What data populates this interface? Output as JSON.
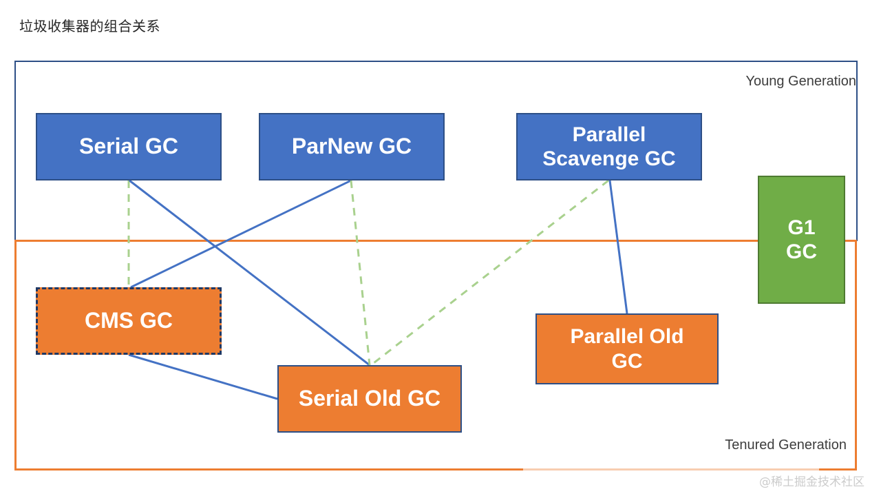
{
  "title": "垃圾收集器的组合关系",
  "watermark": "@稀土掘金技术社区",
  "regions": [
    {
      "id": "young",
      "label": "Young Generation",
      "color": "#2d4f86",
      "style": "solid"
    },
    {
      "id": "tenured",
      "label": "Tenured Generation",
      "color": "#ed7d31",
      "style": "solid"
    }
  ],
  "collectors": [
    {
      "id": "serial-gc",
      "label": "Serial GC",
      "generation": "young",
      "fill": "#4472c4",
      "border": "#2d4f86",
      "border_style": "solid"
    },
    {
      "id": "parnew-gc",
      "label": "ParNew GC",
      "generation": "young",
      "fill": "#4472c4",
      "border": "#2d4f86",
      "border_style": "solid"
    },
    {
      "id": "parallel-scavenge-gc",
      "label": "Parallel Scavenge GC",
      "generation": "young",
      "fill": "#4472c4",
      "border": "#2d4f86",
      "border_style": "solid"
    },
    {
      "id": "g1-gc",
      "label": "G1 GC",
      "generation": "both",
      "fill": "#70ad47",
      "border": "#4e7a31",
      "border_style": "solid"
    },
    {
      "id": "cms-gc",
      "label": "CMS GC",
      "generation": "tenured",
      "fill": "#ed7d31",
      "border": "#1f3864",
      "border_style": "dashed"
    },
    {
      "id": "serial-old-gc",
      "label": "Serial Old GC",
      "generation": "tenured",
      "fill": "#ed7d31",
      "border": "#2d4f86",
      "border_style": "solid"
    },
    {
      "id": "parallel-old-gc",
      "label": "Parallel Old GC",
      "generation": "tenured",
      "fill": "#ed7d31",
      "border": "#2d4f86",
      "border_style": "solid"
    }
  ],
  "connections": [
    {
      "from": "serial-gc",
      "to": "cms-gc",
      "style": "dashed",
      "color": "#a9d18e"
    },
    {
      "from": "serial-gc",
      "to": "serial-old-gc",
      "style": "solid",
      "color": "#4472c4"
    },
    {
      "from": "parnew-gc",
      "to": "cms-gc",
      "style": "solid",
      "color": "#4472c4"
    },
    {
      "from": "parnew-gc",
      "to": "serial-old-gc",
      "style": "dashed",
      "color": "#a9d18e"
    },
    {
      "from": "parallel-scavenge-gc",
      "to": "serial-old-gc",
      "style": "dashed",
      "color": "#a9d18e"
    },
    {
      "from": "parallel-scavenge-gc",
      "to": "parallel-old-gc",
      "style": "solid",
      "color": "#4472c4"
    },
    {
      "from": "cms-gc",
      "to": "serial-old-gc",
      "style": "solid",
      "color": "#4472c4"
    }
  ],
  "g1_lines": {
    "line1": "G1",
    "line2": "GC"
  },
  "parallel_scavenge_lines": {
    "line1": "Parallel",
    "line2": "Scavenge GC"
  },
  "parallel_old_lines": {
    "line1": "Parallel Old",
    "line2": "GC"
  }
}
